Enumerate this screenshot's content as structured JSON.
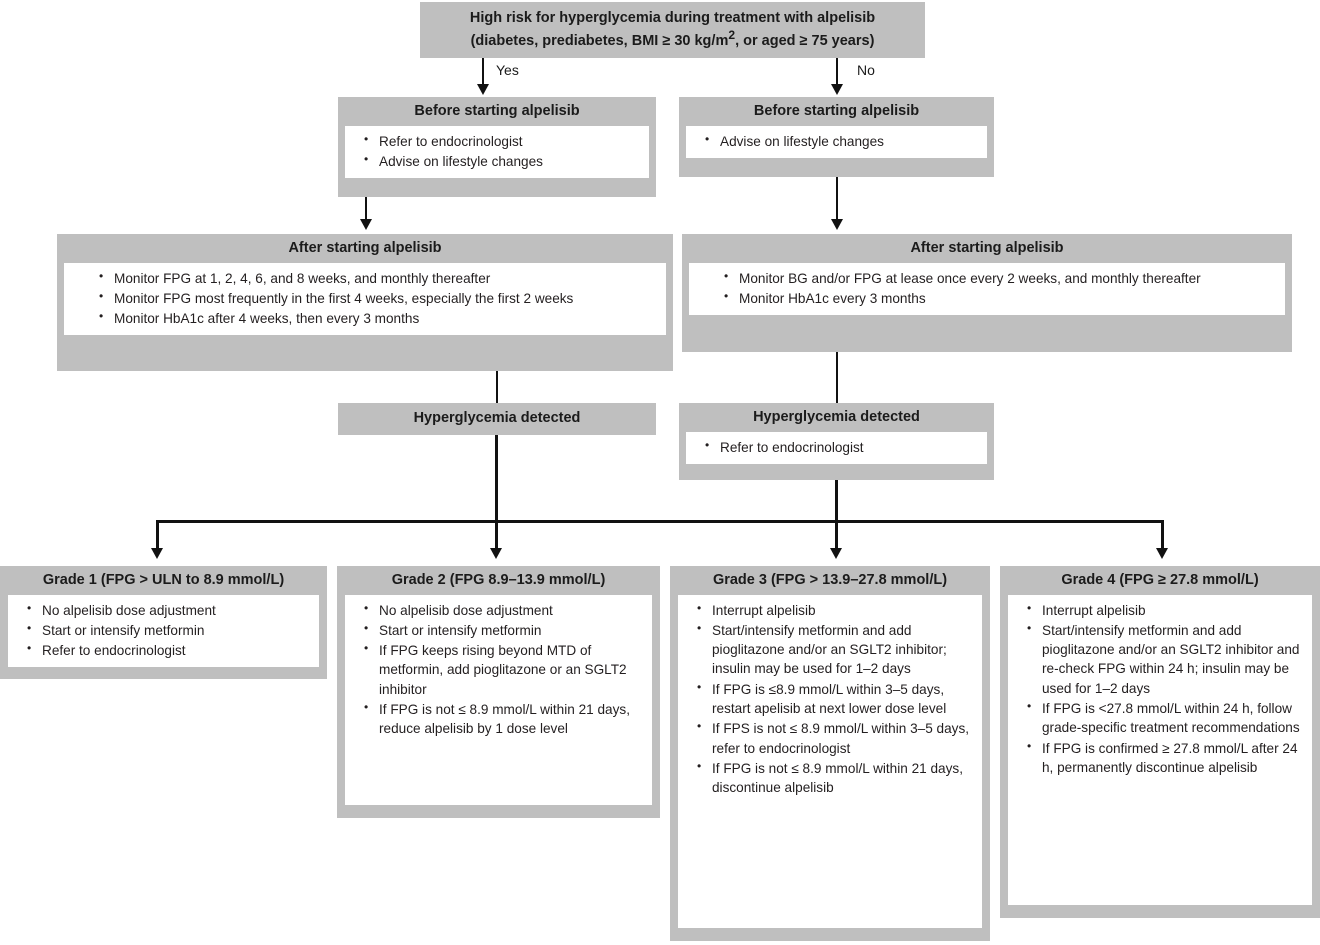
{
  "diagram": {
    "title": "Hyperglycemia management algorithm for alpelisib treatment",
    "colors": {
      "box_header_gray": "#bfbfbf",
      "box_body_white": "#ffffff",
      "connector_black": "#111111",
      "text": "#1b1b1b"
    },
    "root": {
      "line1": "High risk for hyperglycemia during treatment with alpelisib",
      "line2_pre": "(diabetes, prediabetes, BMI ≥ 30 kg/m",
      "line2_sup": "2",
      "line2_post": ", or aged ≥ 75 years)"
    },
    "branch_labels": {
      "yes": "Yes",
      "no": "No"
    },
    "left_branch": {
      "before": {
        "title": "Before starting alpelisib",
        "items": [
          "Refer to endocrinologist",
          "Advise on lifestyle changes"
        ]
      },
      "after": {
        "title": "After starting alpelisib",
        "items": [
          "Monitor FPG at 1, 2, 4, 6, and 8 weeks, and monthly thereafter",
          "Monitor FPG most frequently in the first 4 weeks, especially the first 2 weeks",
          "Monitor HbA1c after 4 weeks, then every 3 months"
        ]
      },
      "detected": {
        "title": "Hyperglycemia detected",
        "items": []
      }
    },
    "right_branch": {
      "before": {
        "title": "Before starting alpelisib",
        "items": [
          "Advise on lifestyle changes"
        ]
      },
      "after": {
        "title": "After starting alpelisib",
        "items": [
          "Monitor BG and/or FPG at lease once every 2 weeks, and monthly thereafter",
          "Monitor HbA1c every 3 months"
        ]
      },
      "detected": {
        "title": "Hyperglycemia detected",
        "items": [
          "Refer to endocrinologist"
        ]
      }
    },
    "grades": [
      {
        "title": "Grade 1 (FPG > ULN to 8.9 mmol/L)",
        "items": [
          "No alpelisib dose adjustment",
          "Start or intensify metformin",
          "Refer to endocrinologist"
        ]
      },
      {
        "title": "Grade 2  (FPG 8.9–13.9 mmol/L)",
        "items": [
          "No alpelisib dose adjustment",
          "Start or intensify metformin",
          "If FPG keeps rising beyond MTD of metformin, add pioglitazone or an SGLT2 inhibitor",
          "If FPG is not ≤ 8.9 mmol/L within 21 days, reduce alpelisib by 1 dose level"
        ]
      },
      {
        "title": "Grade 3 (FPG > 13.9–27.8 mmol/L)",
        "items": [
          "Interrupt alpelisib",
          "Start/intensify metformin and add pioglitazone and/or an SGLT2 inhibitor; insulin may be used for 1–2 days",
          "If FPG is ≤8.9 mmol/L within 3–5 days, restart apelisib at next lower dose level",
          "If FPS is not ≤ 8.9 mmol/L within 3–5 days, refer to endocrinologist",
          "If FPG is not ≤ 8.9 mmol/L within 21 days, discontinue alpelisib"
        ]
      },
      {
        "title": "Grade 4 (FPG ≥ 27.8 mmol/L)",
        "items": [
          "Interrupt alpelisib",
          "Start/intensify metformin and add pioglitazone and/or an SGLT2 inhibitor and re-check FPG within 24 h; insulin may be used for 1–2 days",
          "If FPG is <27.8 mmol/L within 24 h, follow grade-specific treatment recommendations",
          "If FPG is confirmed ≥ 27.8 mmol/L after 24 h, permanently discontinue alpelisib"
        ]
      }
    ]
  }
}
